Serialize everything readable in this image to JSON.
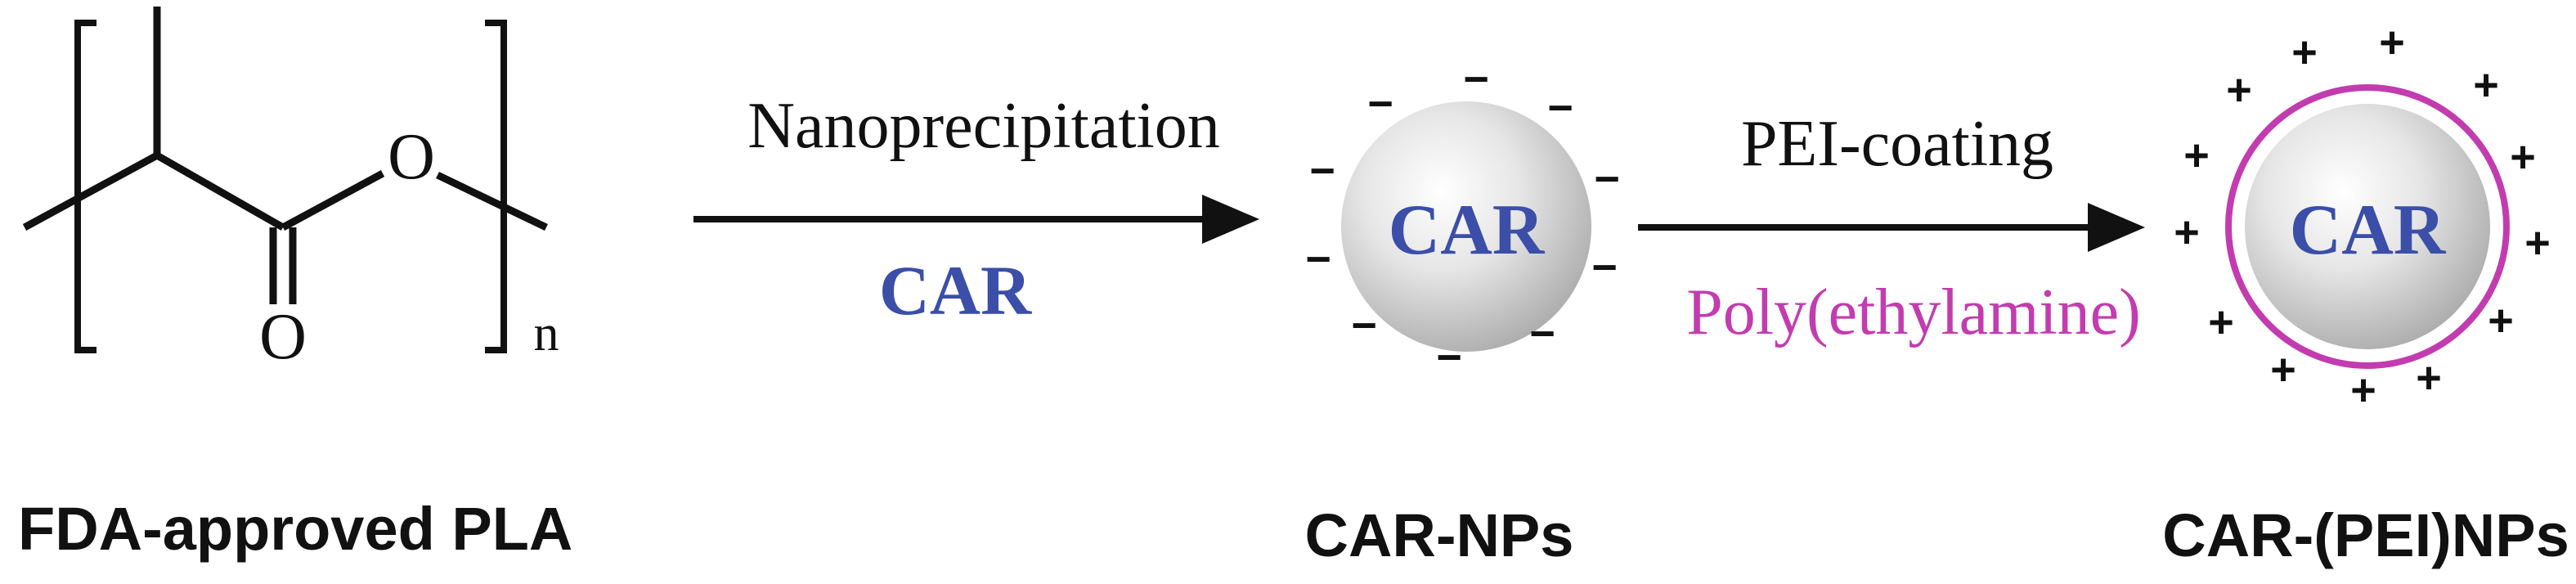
{
  "structure": {
    "oxygen_ester": "O",
    "oxygen_carbonyl": "O",
    "repeat_subscript": "n"
  },
  "step1": {
    "reagent_label": "Nanoprecipitation",
    "drug_label": "CAR"
  },
  "step2": {
    "reagent_label": "PEI-coating",
    "polymer_label": "Poly(ethylamine)"
  },
  "particle1": {
    "core_label": "CAR",
    "surface_charge": "−"
  },
  "particle2": {
    "core_label": "CAR",
    "surface_charge": "+"
  },
  "captions": {
    "polymer": "FDA-approved PLA",
    "particle1": "CAR-NPs",
    "particle2": "CAR-(PEI)NPs"
  },
  "colors": {
    "car_text": "#3b4ea8",
    "pei_ring": "#c23cb0",
    "pei_text": "#c23cb0",
    "ink": "#111111",
    "sphere_light": "#ffffff",
    "sphere_dark": "#b3b3b3"
  }
}
